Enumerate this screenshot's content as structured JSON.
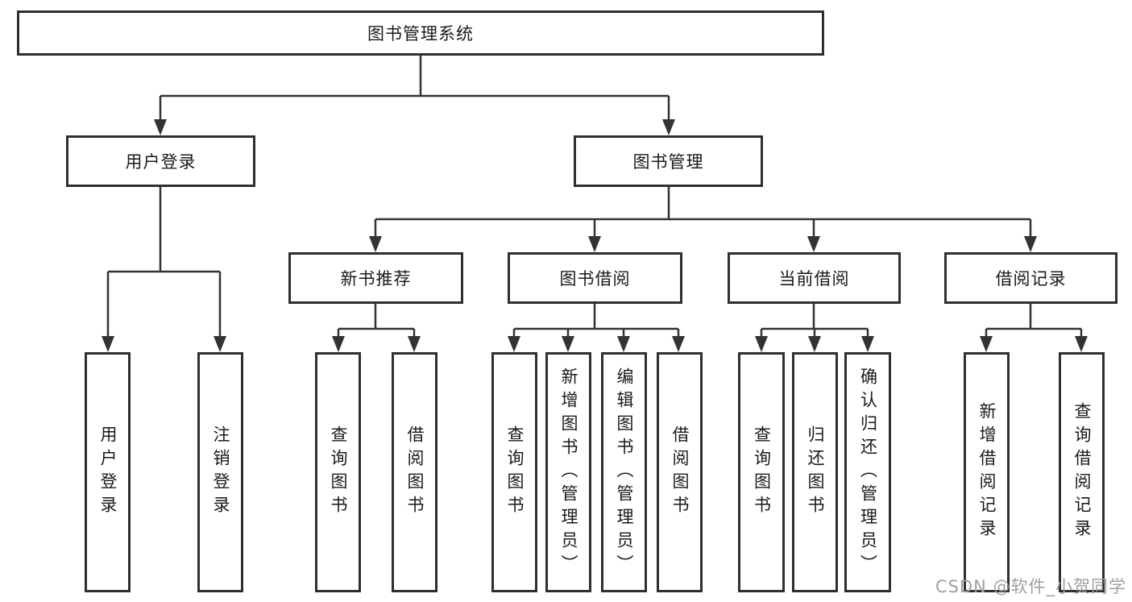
{
  "diagram": {
    "root": {
      "label": "图书管理系统"
    },
    "level2": [
      {
        "label": "用户登录"
      },
      {
        "label": "图书管理"
      }
    ],
    "level3": [
      {
        "label": "新书推荐"
      },
      {
        "label": "图书借阅"
      },
      {
        "label": "当前借阅"
      },
      {
        "label": "借阅记录"
      }
    ],
    "leaves": [
      {
        "label": "用户登录"
      },
      {
        "label": "注销登录"
      },
      {
        "label": "查询图书"
      },
      {
        "label": "借阅图书"
      },
      {
        "label": "查询图书"
      },
      {
        "label": "新增图书（管理员）"
      },
      {
        "label": "编辑图书（管理员）"
      },
      {
        "label": "借阅图书"
      },
      {
        "label": "查询图书"
      },
      {
        "label": "归还图书"
      },
      {
        "label": "确认归还（管理员）"
      },
      {
        "label": "新增借阅记录"
      },
      {
        "label": "查询借阅记录"
      }
    ],
    "line_color": "#333333",
    "border_color": "#2f2f2f",
    "text_color": "#1a1a1a"
  },
  "watermark": {
    "text": "CSDN @软件_小贺同学",
    "color": "#a0a0a0"
  }
}
